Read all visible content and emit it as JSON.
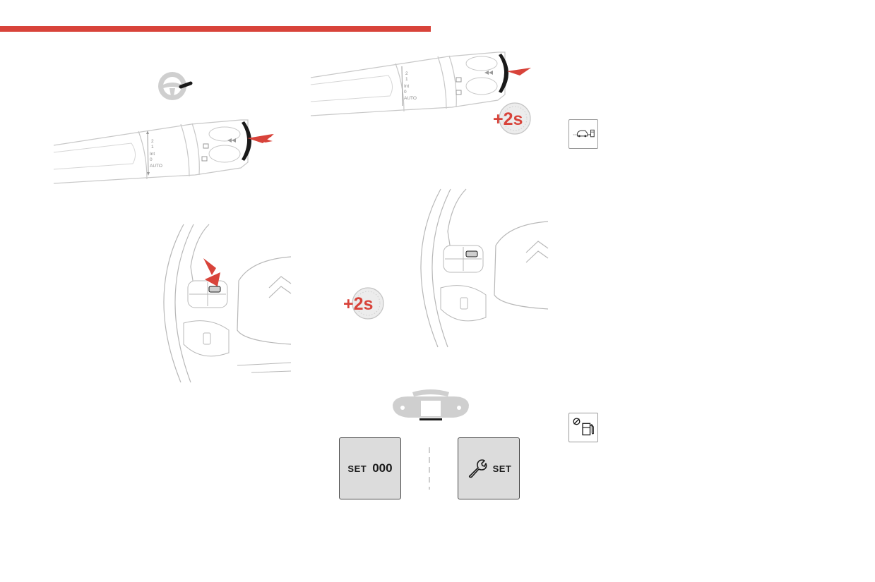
{
  "header": {
    "accent_color": "#d8433a"
  },
  "stalk_labels": {
    "pos_2": "2",
    "pos_1": "1",
    "pos_int": "Int",
    "pos_0": "0",
    "pos_auto": "AUTO"
  },
  "timer_badge": {
    "label": "+2s"
  },
  "display_panels": {
    "left": {
      "set_label": "SET",
      "value": "000"
    },
    "right": {
      "set_label": "SET",
      "icon": "wrench-icon"
    }
  },
  "side_icons": [
    {
      "name": "car-fuel-range-icon"
    },
    {
      "name": "no-fuel-pump-icon"
    }
  ],
  "colors": {
    "arrow": "#d8433a",
    "line_art": "#b8b8b8",
    "panel_bg": "#dcdcdc"
  }
}
